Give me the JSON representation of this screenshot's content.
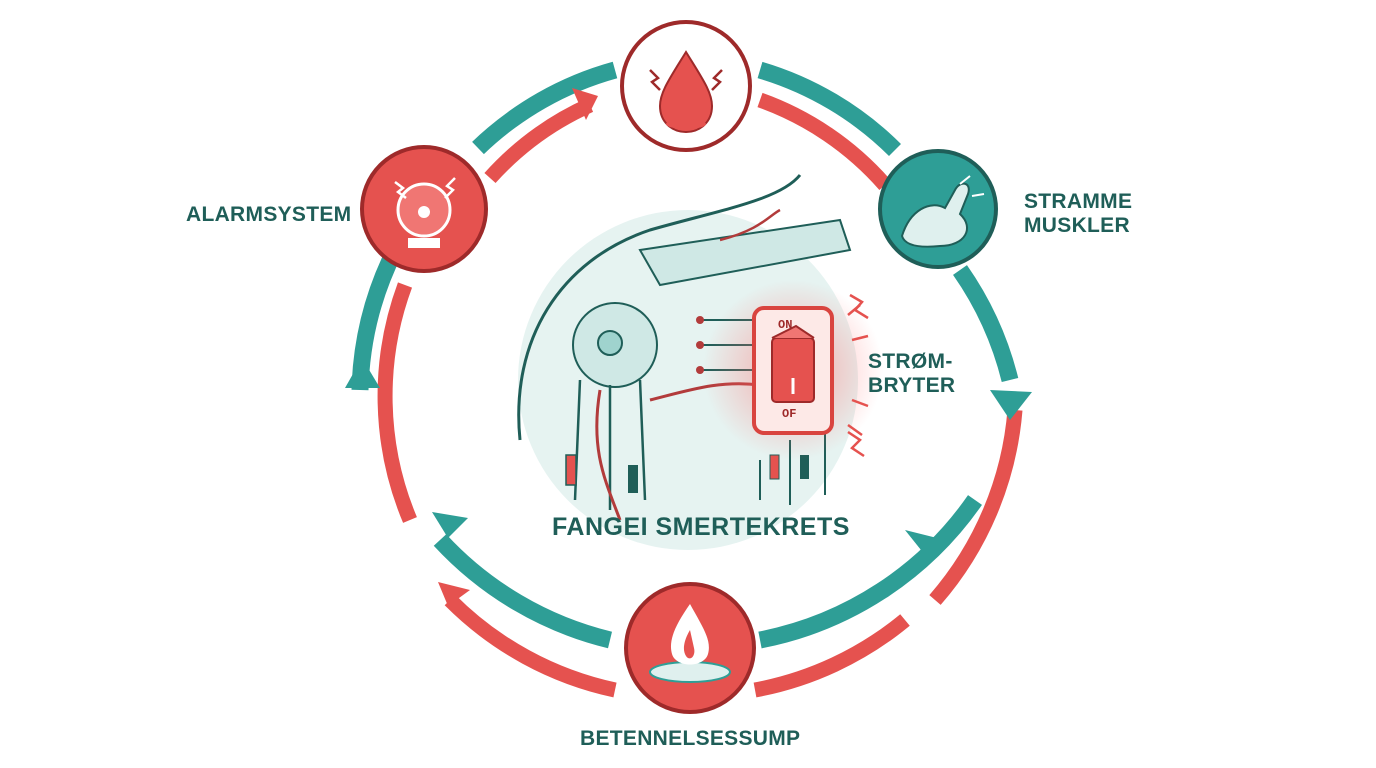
{
  "labels": {
    "alarm": "ALARMSYSTEM",
    "muscles_line1": "STRAMME",
    "muscles_line2": "MUSKLER",
    "switch_line1": "STRØM-",
    "switch_line2": "BRYTER",
    "inflammation": "BETENNELSESSUMP",
    "center": "FANGEI SMERTEKRETS"
  },
  "switch": {
    "on": "ON",
    "off": "OF"
  },
  "icons": {
    "top": "blood-drop-icon",
    "left": "alarm-bell-icon",
    "right": "flexed-arm-icon",
    "bottom": "flame-puddle-icon",
    "center": "shoulder-circuit-icon"
  },
  "colors": {
    "teal": "#2e9e96",
    "red": "#e5524f",
    "dark_teal": "#1f5e58",
    "dark_red": "#9e2a2a",
    "pale_teal": "#dff0ee"
  }
}
